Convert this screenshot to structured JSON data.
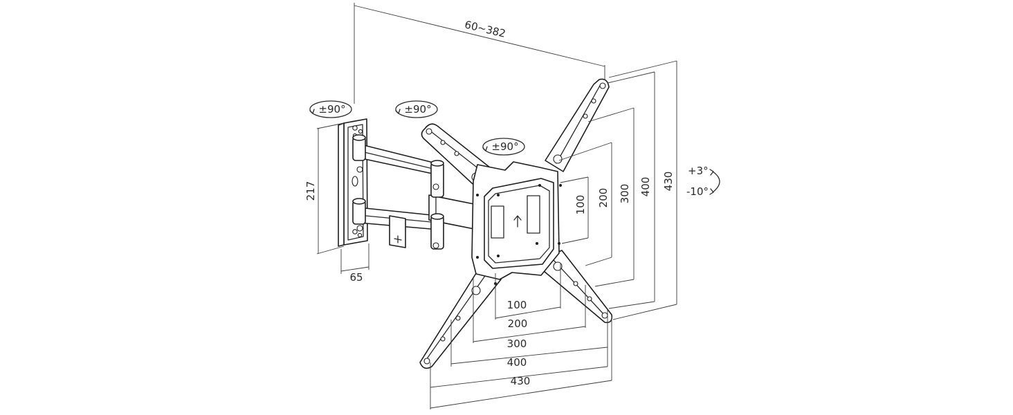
{
  "diagram": {
    "arm_extension": "60~382",
    "rotation_labels": {
      "wall_plate": "±90°",
      "arm": "±90°",
      "tv_plate": "±90°"
    },
    "tilt": {
      "up": "+3°",
      "down": "-10°"
    },
    "wall_plate": {
      "height": "217",
      "depth": "65"
    },
    "vesa_horizontal": [
      "100",
      "200",
      "300",
      "400",
      "430"
    ],
    "vesa_vertical": [
      "100",
      "200",
      "300",
      "400",
      "430"
    ]
  }
}
